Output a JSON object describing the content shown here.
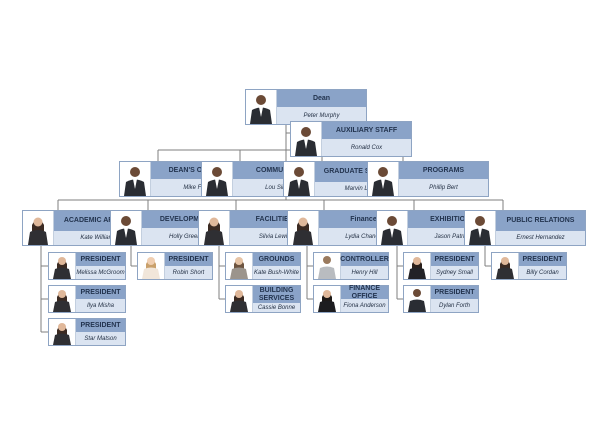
{
  "org": {
    "dean": {
      "title": "Dean",
      "name": "Peter Murphy",
      "photo": "man-in-suit-icon"
    },
    "aux": {
      "title": "AUXILIARY STAFF",
      "name": "Ronald Cox",
      "photo": "man-in-suit-icon"
    },
    "deans_office": {
      "title": "DEAN'S OFFICE",
      "name": "Mike Fox",
      "photo": "man-in-suit-icon"
    },
    "community": {
      "title": "COMMUNITY",
      "name": "Lou Silva",
      "photo": "man-in-suit-icon"
    },
    "graduate": {
      "title": "GRADUATE STUDIES",
      "name": "Marvin Lee",
      "photo": "man-in-suit-icon"
    },
    "programs": {
      "title": "PROGRAMS",
      "name": "Phillip Bert",
      "photo": "man-in-suit-icon"
    },
    "academic": {
      "title": "ACADEMIC AFFAIRS",
      "name": "Kate Williams",
      "photo": "woman-icon"
    },
    "development": {
      "title": "DEVELOPMENT",
      "name": "Holly Greene",
      "photo": "man-in-suit-icon"
    },
    "facilities": {
      "title": "FACILITIES",
      "name": "Silvia Lewis",
      "photo": "woman-icon"
    },
    "finance": {
      "title": "Finance",
      "name": "Lydia Chance",
      "photo": "woman-icon"
    },
    "exhibitions": {
      "title": "EXHIBITIONS",
      "name": "Jason Patrick",
      "photo": "man-in-suit-icon"
    },
    "pr": {
      "title": "PUBLIC RELATIONS",
      "name": "Ernest Hernandez",
      "photo": "man-in-suit-icon"
    },
    "aa_p1": {
      "title": "PRESIDENT",
      "name": "Melissa McGroom",
      "photo": "woman-icon"
    },
    "aa_p2": {
      "title": "PRESIDENT",
      "name": "Ilya Misha",
      "photo": "woman-icon"
    },
    "aa_p3": {
      "title": "PRESIDENT",
      "name": "Star Matson",
      "photo": "woman-icon"
    },
    "dev_p": {
      "title": "PRESIDENT",
      "name": "Robin Short",
      "photo": "woman-icon"
    },
    "fac_grounds": {
      "title": "GROUNDS",
      "name": "Kate Bush-White",
      "photo": "woman-icon"
    },
    "fac_build": {
      "title": "BUILDING SERVICES",
      "name": "Cassie Bonne",
      "photo": "woman-icon"
    },
    "fin_ctrl": {
      "title": "CONTROLLER",
      "name": "Henry Hill",
      "photo": "man-in-suit-icon"
    },
    "fin_office": {
      "title": "FINANCE OFFICE",
      "name": "Fiona Anderson",
      "photo": "woman-icon"
    },
    "ex_p1": {
      "title": "PRESIDENT",
      "name": "Sydney Small",
      "photo": "woman-icon"
    },
    "ex_p2": {
      "title": "PRESIDENT",
      "name": "Dylan Forth",
      "photo": "man-in-suit-icon"
    },
    "pr_p": {
      "title": "PRESIDENT",
      "name": "Billy Cordan",
      "photo": "woman-icon"
    }
  },
  "colors": {
    "title_bar": "#8aa3c8",
    "name_bar": "#dbe4f1",
    "border": "#8ea4c3",
    "line": "#7f7f7f"
  }
}
